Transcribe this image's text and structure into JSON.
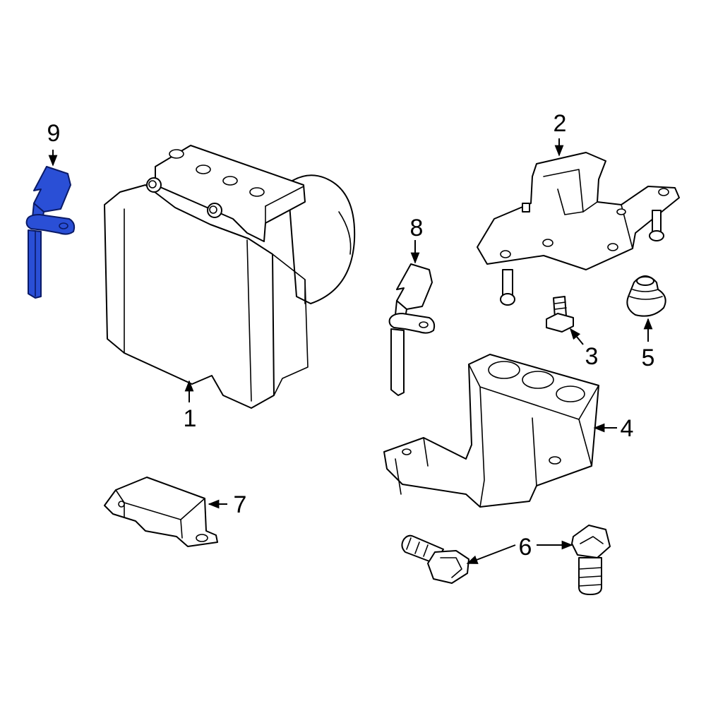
{
  "colors": {
    "highlight": "#2a4fd6",
    "line": "#000000",
    "background": "#ffffff"
  },
  "callouts": {
    "c1": "1",
    "c2": "2",
    "c3": "3",
    "c4": "4",
    "c5": "5",
    "c6": "6",
    "c7": "7",
    "c8": "8",
    "c9": "9"
  }
}
